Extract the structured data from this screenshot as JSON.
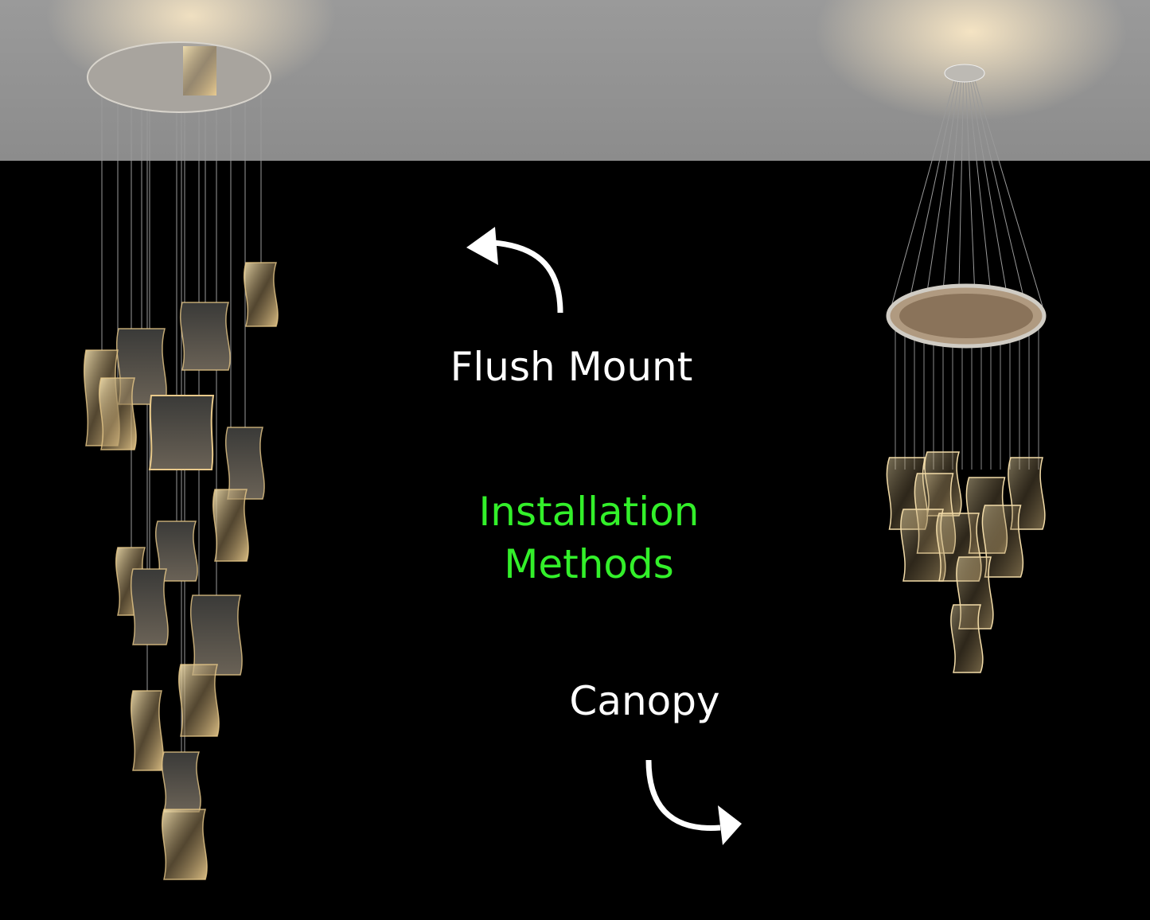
{
  "labels": {
    "flush_mount": "Flush Mount",
    "canopy": "Canopy",
    "title_line1": "Installation",
    "title_line2": "Methods"
  },
  "colors": {
    "title": "#33f02a",
    "label": "#ffffff",
    "background": "#000000",
    "ceiling": "#8f8f8f",
    "panel": "#e8c98a"
  }
}
